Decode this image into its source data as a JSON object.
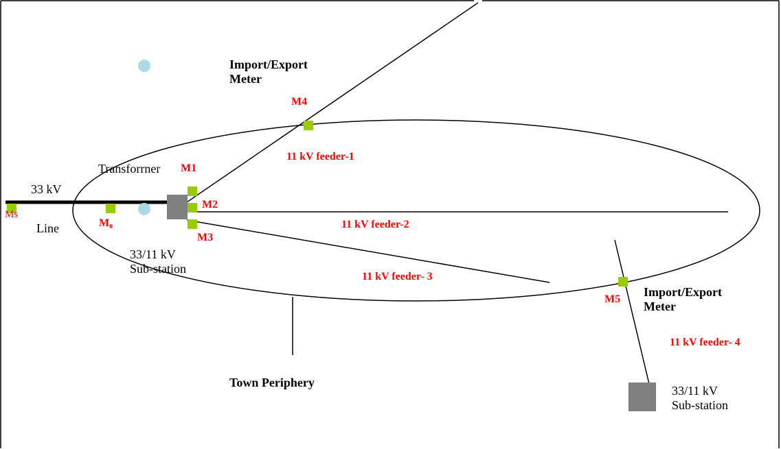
{
  "colors": {
    "meter": "#99cc00",
    "substation": "#808080",
    "marker": "#add8e6",
    "label_red": "#ff0000",
    "line": "#000000"
  },
  "icons": {
    "meter": "green-square-meter",
    "substation": "grey-square-substation",
    "marker": "light-blue-circle"
  },
  "labels": {
    "import_export_meter_1": "Import/Export\nMeter",
    "m4": "M4",
    "feeder1": "11 kV  feeder-1",
    "transformer": "Transforrner",
    "m1": "M1",
    "kv33": "33 kV",
    "m2": "M2",
    "ms": "Ms",
    "m0": "M₀",
    "line": "Line",
    "feeder2": "11 kV  feeder-2",
    "m3": "M3",
    "substation1": "33/11 kV\nSub-station",
    "feeder3": "11 kV feeder- 3",
    "m5": "M5",
    "import_export_meter_2": "Import/Export\nMeter",
    "feeder4": "11 kV feeder- 4",
    "town_periphery": "Town Periphery",
    "substation2": "33/11 kV\nSub-station"
  }
}
